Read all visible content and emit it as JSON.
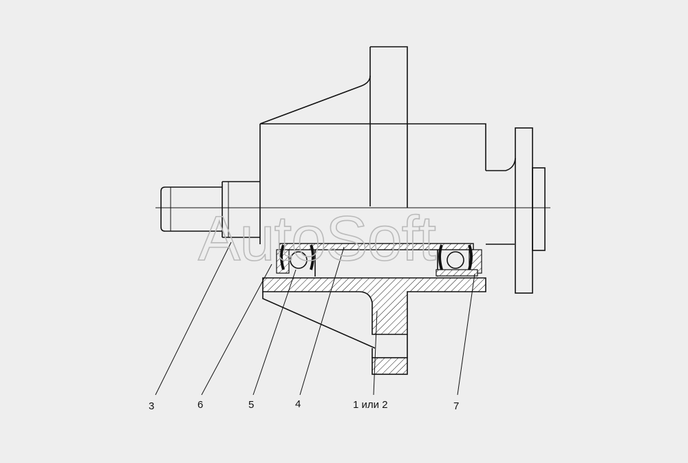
{
  "watermark": "AutoSoft",
  "callouts": [
    {
      "id": "3",
      "text": "3"
    },
    {
      "id": "6",
      "text": "6"
    },
    {
      "id": "5",
      "text": "5"
    },
    {
      "id": "4",
      "text": "4"
    },
    {
      "id": "1-2",
      "text": "1 или 2"
    },
    {
      "id": "7",
      "text": "7"
    }
  ]
}
